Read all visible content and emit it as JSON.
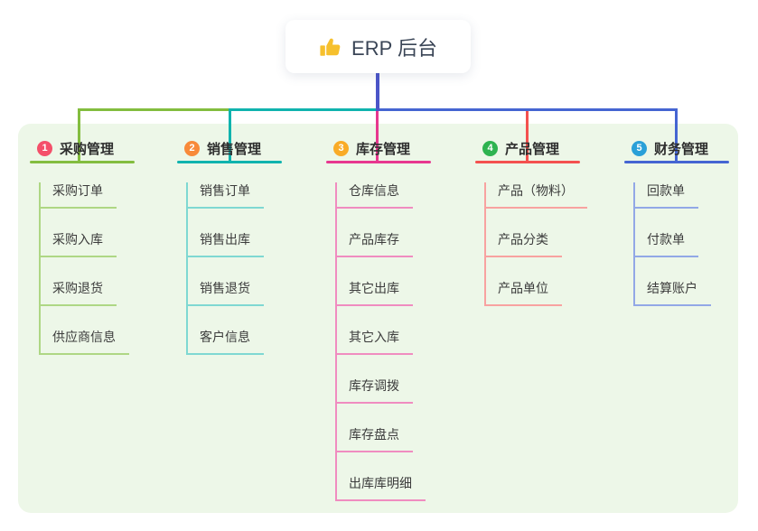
{
  "root": {
    "label": "ERP 后台",
    "icon": "thumbs-up-icon",
    "connector_color": "#4b55c8"
  },
  "branches": [
    {
      "index": "1",
      "label": "采购管理",
      "colors": {
        "badge": "#f4506a",
        "line": "#83bd3f",
        "line_light": "#aed784"
      },
      "children": [
        "采购订单",
        "采购入库",
        "采购退货",
        "供应商信息"
      ]
    },
    {
      "index": "2",
      "label": "销售管理",
      "colors": {
        "badge": "#f88a3a",
        "line": "#10b3ae",
        "line_light": "#7fd8d2"
      },
      "children": [
        "销售订单",
        "销售出库",
        "销售退货",
        "客户信息"
      ]
    },
    {
      "index": "3",
      "label": "库存管理",
      "colors": {
        "badge": "#f9ab27",
        "line": "#e7378f",
        "line_light": "#f08cc0"
      },
      "children": [
        "仓库信息",
        "产品库存",
        "其它出库",
        "其它入库",
        "库存调拨",
        "库存盘点",
        "出库库明细"
      ]
    },
    {
      "index": "4",
      "label": "产品管理",
      "colors": {
        "badge": "#2eb350",
        "line": "#f4514f",
        "line_light": "#f8a2a0"
      },
      "children": [
        "产品（物料）",
        "产品分类",
        "产品单位"
      ]
    },
    {
      "index": "5",
      "label": "财务管理",
      "colors": {
        "badge": "#2aa0d8",
        "line": "#4565d2",
        "line_light": "#92a8e6"
      },
      "children": [
        "回款单",
        "付款单",
        "结算账户"
      ]
    }
  ],
  "panel_color": "#edf7e8"
}
